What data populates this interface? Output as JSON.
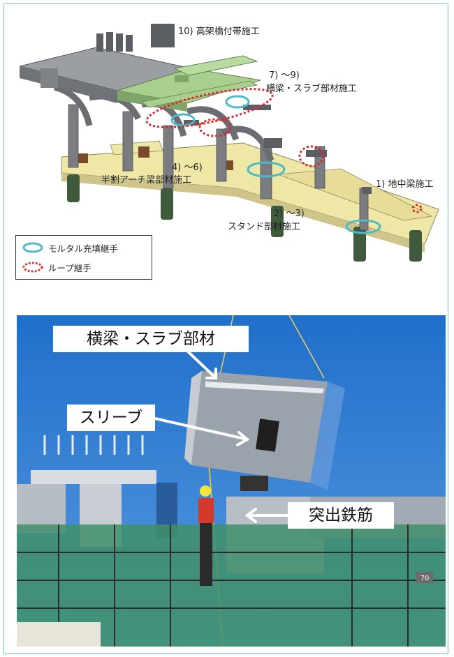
{
  "diagram": {
    "steps": [
      {
        "id": "step-10",
        "text": "10) 高架橋付帯施工"
      },
      {
        "id": "step-7-9-num",
        "text": "7) ～9)"
      },
      {
        "id": "step-7-9",
        "text": "横梁・スラブ部材施工"
      },
      {
        "id": "step-4-6-num",
        "text": "4) ～6)"
      },
      {
        "id": "step-4-6",
        "text": "半割アーチ梁部材施工"
      },
      {
        "id": "step-1",
        "text": "1) 地中梁施工"
      },
      {
        "id": "step-2-3-num",
        "text": "2) ～3)"
      },
      {
        "id": "step-2-3",
        "text": "スタンド部材施工"
      }
    ],
    "legend": {
      "mortar": "モルタル充填継手",
      "loop": "ループ継手"
    },
    "colors": {
      "mortar_joint": "#4fb9c6",
      "loop_joint": "#e0262b",
      "footing": "#efe7a6",
      "slab_green": "#a9cf8e",
      "column_gray": "#7a7c80"
    }
  },
  "photo": {
    "callouts": {
      "member": "横梁・スラブ部材",
      "sleeve": "スリーブ",
      "rebar": "突出鉄筋"
    },
    "sign": "70",
    "colors": {
      "sky": "#2f7bd0",
      "net": "#3f8f6a"
    }
  }
}
